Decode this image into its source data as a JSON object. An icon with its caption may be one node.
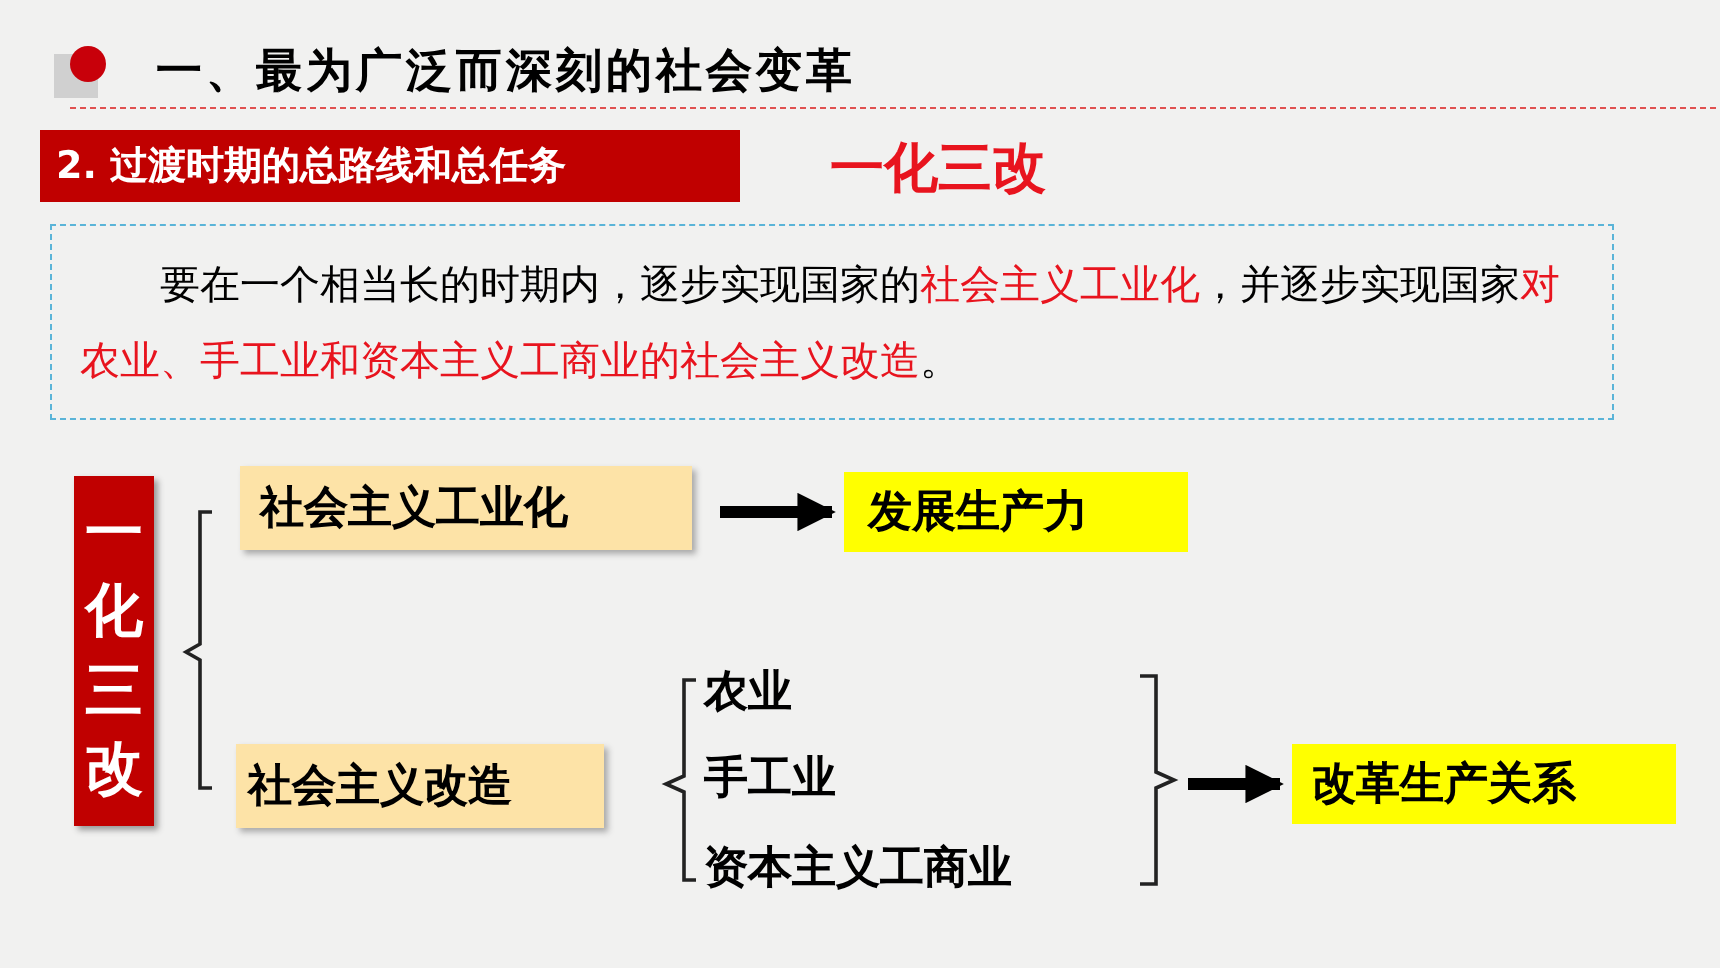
{
  "diagram": {
    "title": "一、最为广泛而深刻的社会变革",
    "nodes": [
      {
        "text": [
          "2. 过渡时期的总路线和总任务"
        ]
      },
      {
        "text": [
          "要在一个相当长的时期内，逐步实现国家的**社会主义工业化**，并逐步实现国家**对农业、手工业和资本主义工商业的社会主义改造**。"
        ]
      },
      {
        "text": [
          "一化三改"
        ]
      },
      {
        "text": [
          "社会主义工业化"
        ]
      },
      {
        "text": [
          "发展生产力"
        ]
      },
      {
        "text": [
          "社会主义改造"
        ]
      },
      {
        "text": [
          "农业"
        ]
      },
      {
        "text": [
          "手工业"
        ]
      },
      {
        "text": [
          "资本主义工商业"
        ]
      },
      {
        "text": [
          "改革生产关系"
        ]
      },
      {
        "text": [],
        "shape": "bracket"
      }
    ],
    "edges": [
      {
        "from": 3,
        "to": 4,
        "arrow": "to"
      },
      {
        "from": 10,
        "to": 9,
        "arrow": "to"
      }
    ],
    "labels": [
      "一化三改"
    ]
  }
}
